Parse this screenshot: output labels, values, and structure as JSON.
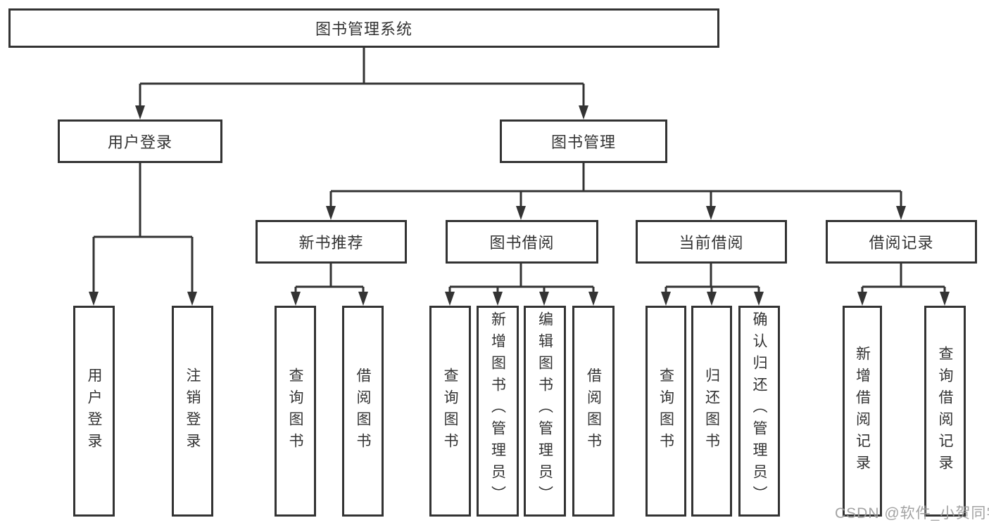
{
  "diagram": {
    "root": {
      "label": "图书管理系统"
    },
    "children": [
      {
        "label": "用户登录",
        "children": [
          {
            "label": "用户登录"
          },
          {
            "label": "注销登录"
          }
        ]
      },
      {
        "label": "图书管理",
        "children": [
          {
            "label": "新书推荐",
            "children": [
              {
                "label": "查询图书"
              },
              {
                "label": "借阅图书"
              }
            ]
          },
          {
            "label": "图书借阅",
            "children": [
              {
                "label": "查询图书"
              },
              {
                "label": "新增图书（管理员）"
              },
              {
                "label": "编辑图书（管理员）"
              },
              {
                "label": "借阅图书"
              }
            ]
          },
          {
            "label": "当前借阅",
            "children": [
              {
                "label": "查询图书"
              },
              {
                "label": "归还图书"
              },
              {
                "label": "确认归还（管理员）"
              }
            ]
          },
          {
            "label": "借阅记录",
            "children": [
              {
                "label": "新增借阅记录"
              },
              {
                "label": "查询借阅记录"
              }
            ]
          }
        ]
      }
    ]
  },
  "watermark": {
    "text": "CSDN @软件_小贺同学"
  },
  "colors": {
    "line": "#333333",
    "text": "#333333",
    "watermark": "#9c9c9c",
    "background": "#ffffff"
  }
}
